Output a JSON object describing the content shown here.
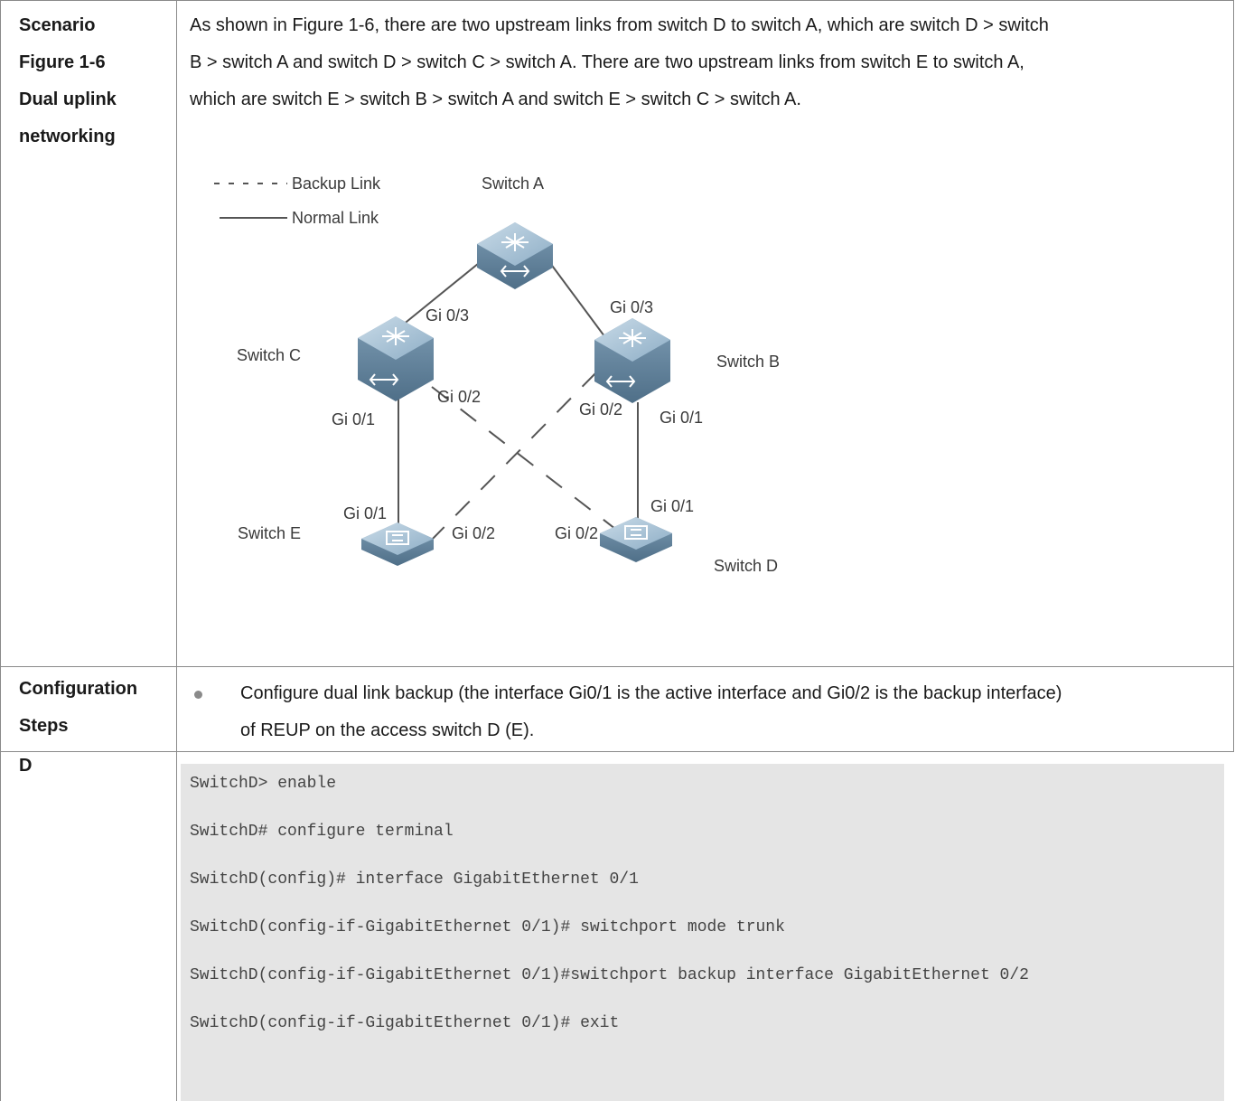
{
  "rows": {
    "scenario": {
      "label_lines": [
        "Scenario",
        "Figure 1-6",
        "Dual uplink",
        "networking"
      ],
      "text_lines": [
        "As shown in Figure 1-6, there are two upstream links from switch D to switch A, which are switch D > switch",
        "B > switch A and switch D > switch C > switch A. There are two upstream links from switch E to switch A,",
        "which are switch E > switch B > switch A and switch E > switch C > switch A."
      ]
    },
    "config_steps": {
      "label_lines": [
        "Configuration",
        "Steps"
      ],
      "bullet_lines": [
        "Configure dual link backup (the interface Gi0/1 is the active interface and Gi0/2 is the backup interface)",
        "of REUP on the access switch D (E)."
      ]
    },
    "d": {
      "label": "D",
      "code": [
        "SwitchD> enable",
        "SwitchD# configure terminal",
        "SwitchD(config)# interface GigabitEthernet 0/1",
        "SwitchD(config-if-GigabitEthernet 0/1)# switchport mode trunk",
        "SwitchD(config-if-GigabitEthernet 0/1)#switchport backup interface GigabitEthernet 0/2",
        "SwitchD(config-if-GigabitEthernet 0/1)# exit"
      ]
    }
  },
  "diagram": {
    "legend": {
      "backup": "Backup Link",
      "normal": "Normal Link"
    },
    "switches": {
      "a": "Switch A",
      "b": "Switch B",
      "c": "Switch C",
      "d": "Switch D",
      "e": "Switch E"
    },
    "ports": {
      "c_up": "Gi 0/3",
      "b_up": "Gi 0/3",
      "c_g02": "Gi 0/2",
      "c_g01": "Gi 0/1",
      "b_g02": "Gi 0/2",
      "b_g01": "Gi 0/1",
      "e_g01": "Gi 0/1",
      "e_g02": "Gi 0/2",
      "d_g02": "Gi 0/2",
      "d_g01": "Gi 0/1"
    },
    "colors": {
      "device": "#6e8fa8",
      "device_top": "#a8c2d6",
      "line": "#555555"
    }
  }
}
